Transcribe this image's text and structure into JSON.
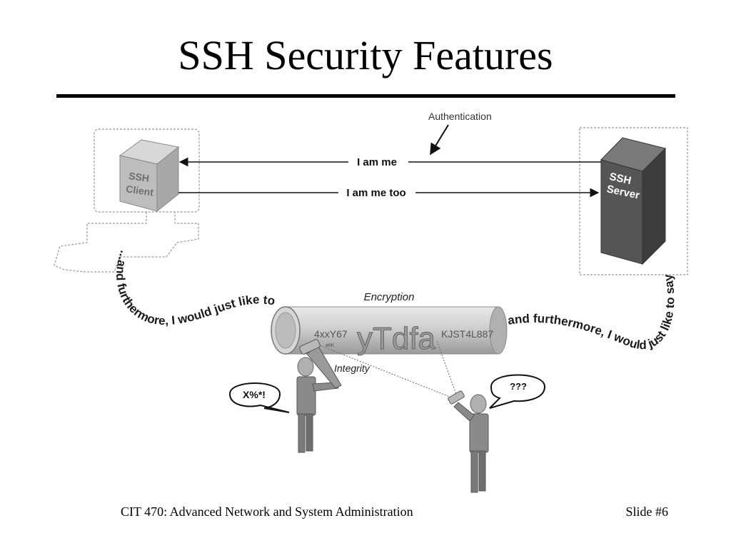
{
  "slide": {
    "title": "SSH Security Features",
    "footer_course": "CIT 470: Advanced Network and System Administration",
    "footer_slide": "Slide #6"
  },
  "diagram": {
    "client_label_line1": "SSH",
    "client_label_line2": "Client",
    "server_label_line1": "SSH",
    "server_label_line2": "Server",
    "authentication_label": "Authentication",
    "arrow_top_label": "I am me",
    "arrow_bottom_label": "I am me too",
    "encryption_label": "Encryption",
    "integrity_label": "Integrity",
    "cipher_left": "4xxY67",
    "cipher_small": "a8K",
    "cipher_center": "yTdfa",
    "cipher_right": "KJST4L887",
    "wave_left_text": "...and furthermore, I would just like to say",
    "wave_right_text": "and furthermore, I would just like to say",
    "bubble_left": "X%*!",
    "bubble_right": "???",
    "colors": {
      "client_box": "#bdbdbd",
      "server_box": "#555555",
      "pipe": "#c8c8c8",
      "figure": "#8a8a8a"
    }
  }
}
